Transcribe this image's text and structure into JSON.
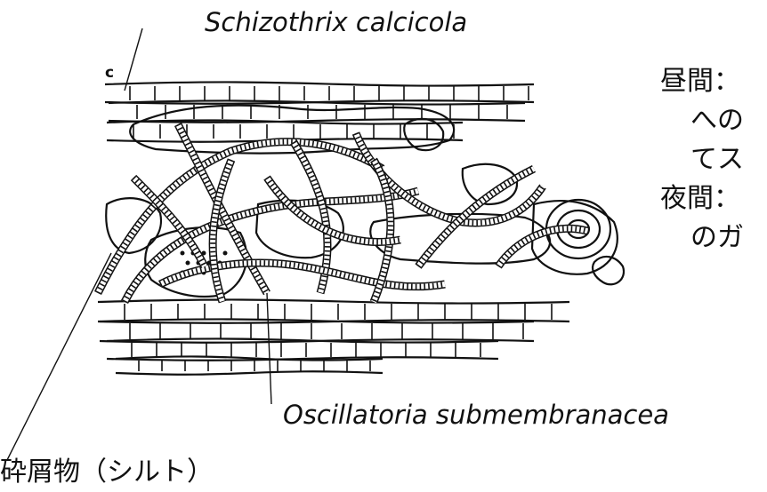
{
  "figure": {
    "panel_letter": "c",
    "labels": {
      "top_organism": "Schizothrix calcicola",
      "bottom_organism": "Oscillatoria submembranacea",
      "debris": "砕屑物（シルト）"
    },
    "side_text_lines": [
      "昼間：",
      "への",
      "てス",
      "夜間：",
      "のガ"
    ]
  }
}
